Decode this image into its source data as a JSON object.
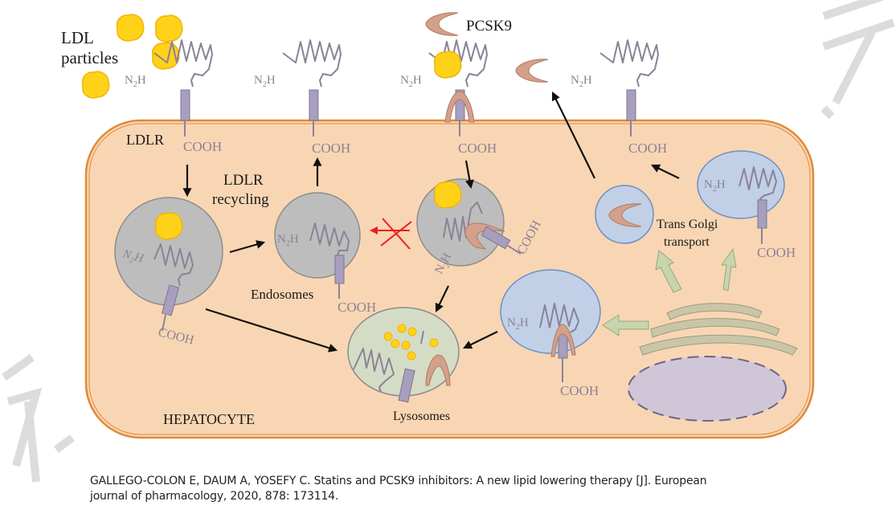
{
  "figure": {
    "labels": {
      "ldl_particles_line1": "LDL",
      "ldl_particles_line2": "particles",
      "pcsk9_legend": "PCSK9",
      "ldlr": "LDLR",
      "ldlr_recycling_line1": "LDLR",
      "ldlr_recycling_line2": "recycling",
      "endosomes": "Endosomes",
      "trans_golgi_line1": "Trans Golgi",
      "trans_golgi_line2": "transport",
      "lysosomes": "Lysosomes",
      "hepatocyte": "HEPATOCYTE"
    },
    "receptor_terms": {
      "n_terminus": "N",
      "n_subscript": "2",
      "n_suffix": "H",
      "c_terminus": "COOH"
    },
    "colors": {
      "cell_fill": "#f9d6b3",
      "cell_border": "#e08a3a",
      "endosome_fill": "#bdbdbd",
      "vesicle_fill": "#c1d0e6",
      "lysosome_fill": "#d5dcc6",
      "ldl_particle": "#ffd21a",
      "pcsk9": "#d4a08a",
      "receptor": "#a79fbd",
      "golgi": "#c9c6a7",
      "nucleus": "#cfc6d8",
      "green_arrow": "#c7d5ae",
      "block_x": "#e82020"
    }
  },
  "caption": {
    "line1": "GALLEGO-COLON E, DAUM A, YOSEFY C. Statins and PCSK9 inhibitors: A new lipid lowering therapy [J]. European",
    "line2": "journal of pharmacology, 2020, 878: 173114."
  },
  "watermark": {
    "top_right_glyph": "云",
    "bottom_left_glyph": "派"
  }
}
